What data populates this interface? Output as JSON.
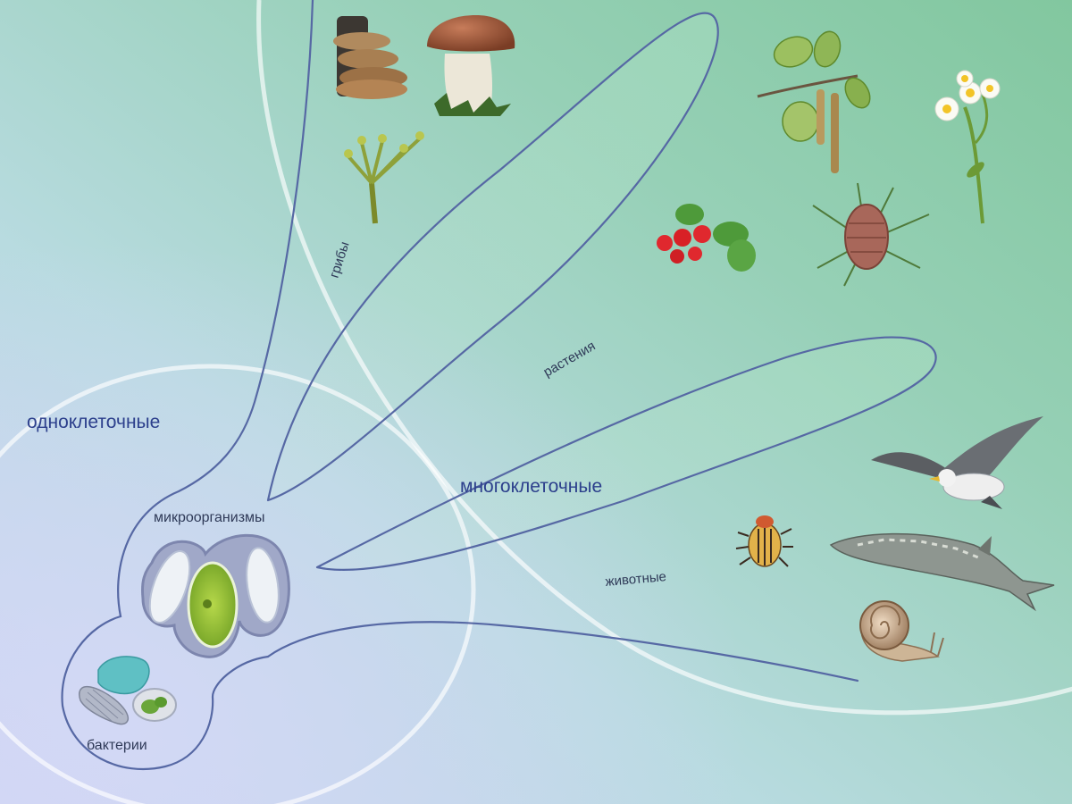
{
  "labels": {
    "unicellular": "одноклеточные",
    "multicellular": "многоклеточные",
    "microorganisms": "микроорганизмы",
    "bacteria": "бактерии",
    "fungi": "грибы",
    "plants": "растения",
    "animals": "животные"
  },
  "icons": {
    "fungi": [
      "bracket-fungus-icon",
      "porcini-mushroom-icon",
      "mold-icon"
    ],
    "plants": [
      "birch-branch-icon",
      "chamomile-icon",
      "strawberry-icon",
      "pine-cone-icon"
    ],
    "animals": [
      "seagull-icon",
      "colorado-beetle-icon",
      "sturgeon-icon",
      "snail-icon"
    ],
    "microorganisms": [
      "protozoa-cells-icon"
    ],
    "bacteria": [
      "bacteria-icon"
    ]
  },
  "colors": {
    "background_start": "#c9d9f0",
    "background_end": "#86c9a4",
    "outline": "#5468a6",
    "big_label": "#2c3f8c"
  }
}
